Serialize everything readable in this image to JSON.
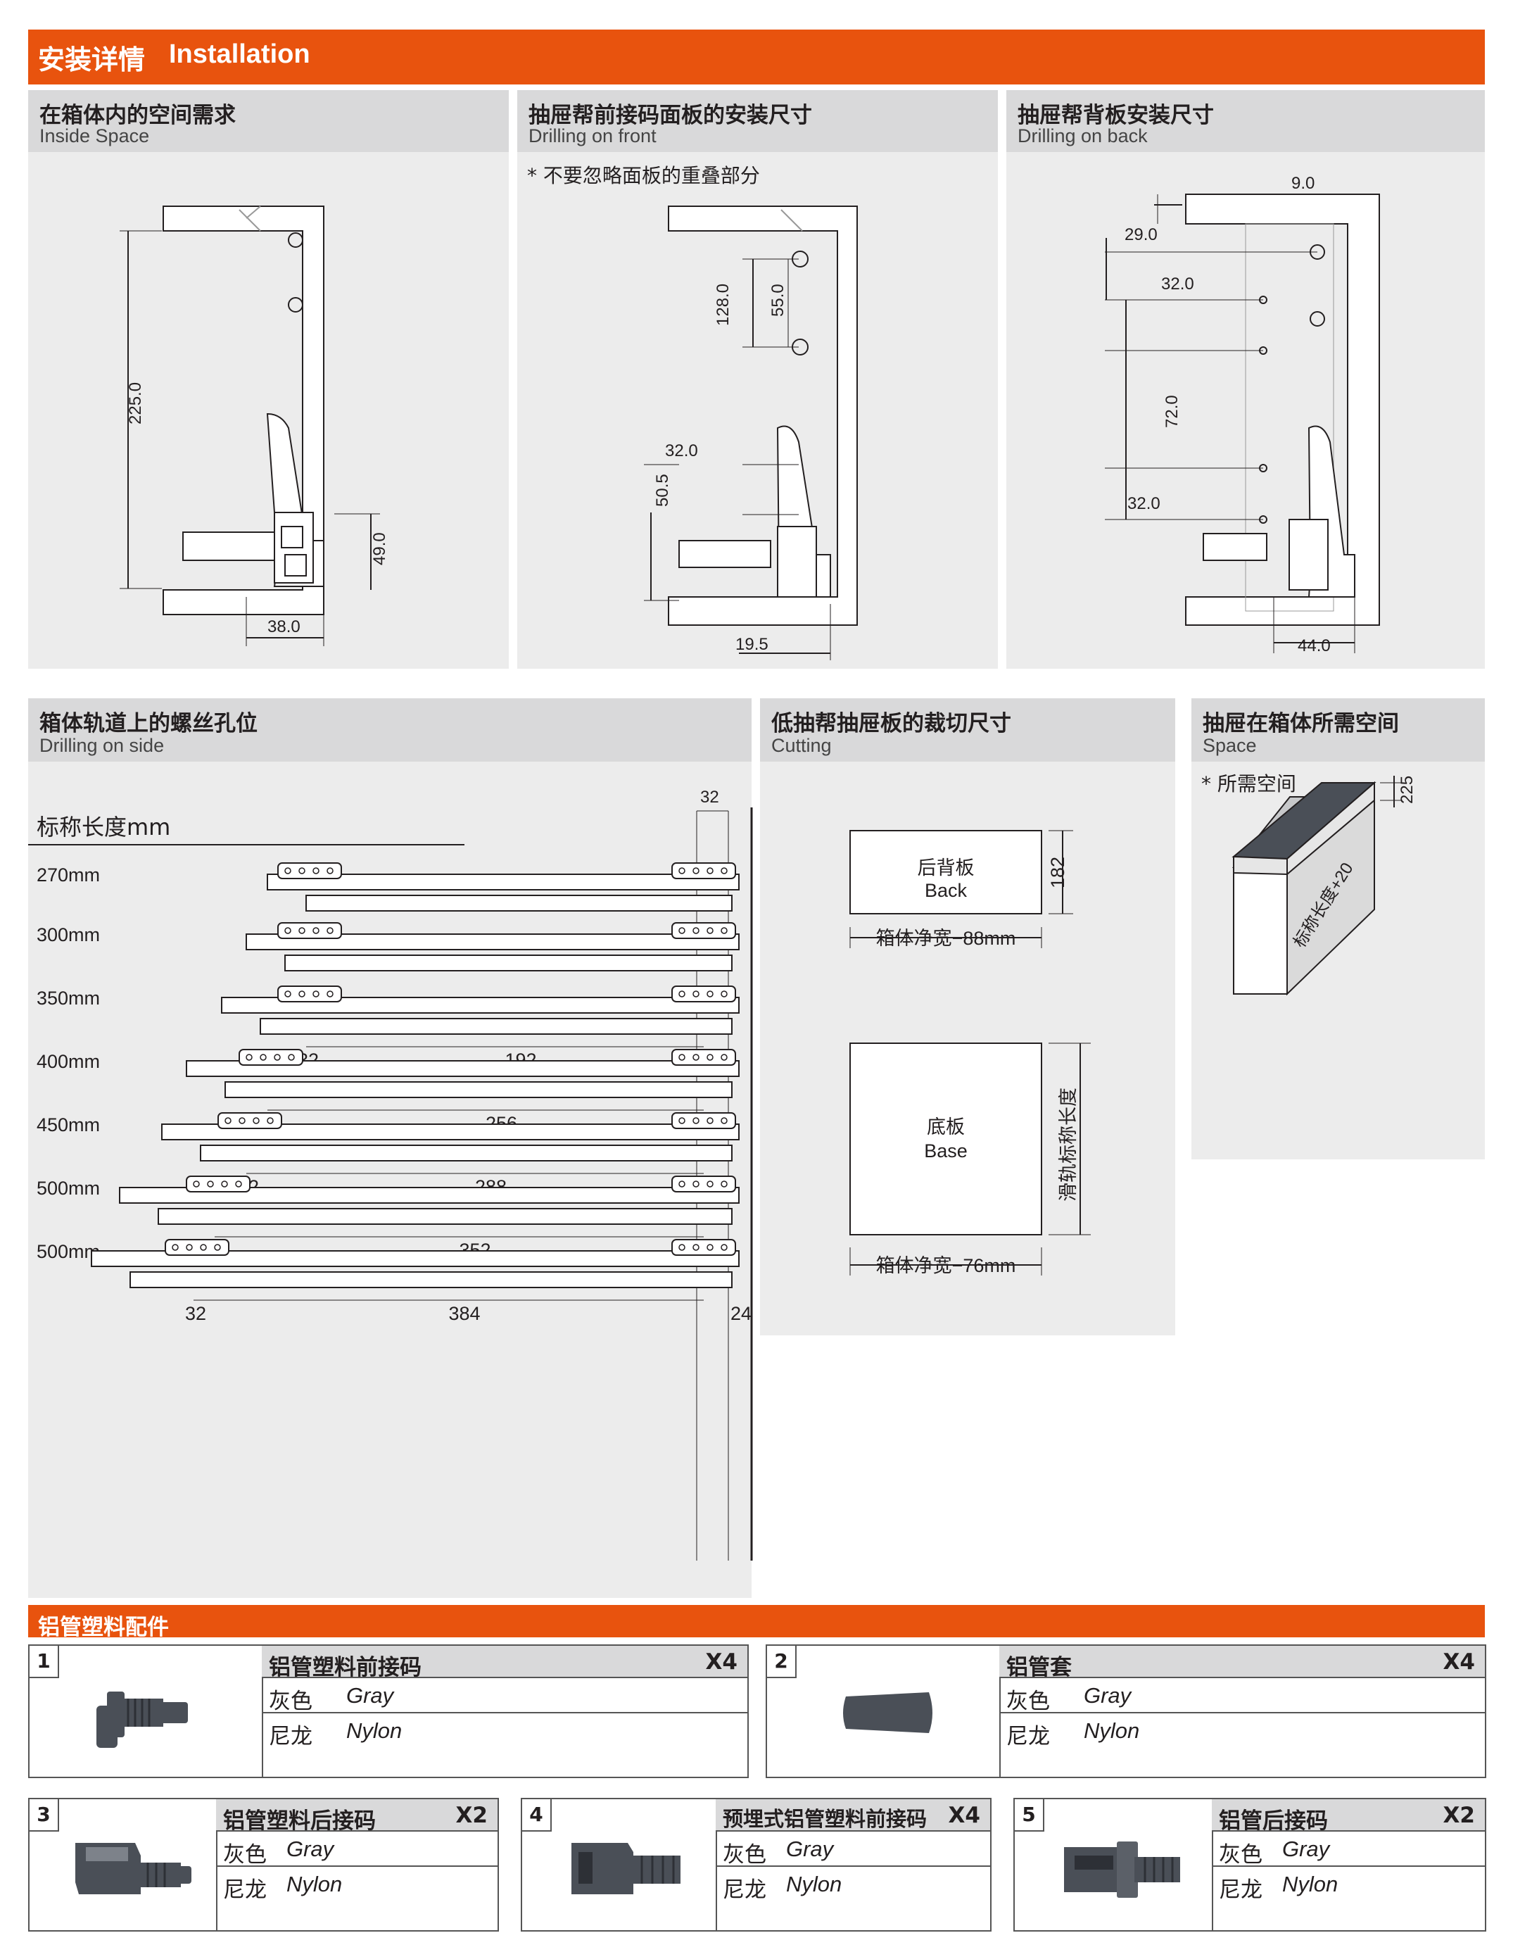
{
  "header": {
    "title_cn": "安装详情",
    "title_en": "Installation"
  },
  "panels": {
    "inside_space": {
      "title_cn": "在箱体内的空间需求",
      "title_en": "Inside Space",
      "dims": {
        "height": "225.0",
        "rail": "49.0",
        "depth": "38.0"
      }
    },
    "drilling_front": {
      "title_cn": "抽屉帮前接码面板的安装尺寸",
      "title_en": "Drilling on front",
      "note": "* 不要忽略面板的重叠部分",
      "dims": {
        "a": "128.0",
        "b": "55.0",
        "c": "32.0",
        "d": "50.5",
        "e": "19.5"
      }
    },
    "drilling_back": {
      "title_cn": "抽屉帮背板安装尺寸",
      "title_en": "Drilling on back",
      "dims": {
        "a": "9.0",
        "b": "29.0",
        "c": "32.0",
        "d": "72.0",
        "e": "32.0",
        "f": "44.0"
      }
    },
    "drilling_side": {
      "title_cn": "箱体轨道上的螺丝孔位",
      "title_en": "Drilling on side",
      "axis_label": "标称长度mm",
      "top_dim": "32",
      "rows": [
        {
          "length": "270mm",
          "d1": "",
          "d2": ""
        },
        {
          "length": "300mm",
          "d1": "",
          "d2": ""
        },
        {
          "length": "350mm",
          "d1": "32",
          "d2": "192"
        },
        {
          "length": "400mm",
          "d1": "32",
          "d2": "256"
        },
        {
          "length": "450mm",
          "d1": "32",
          "d2": "288"
        },
        {
          "length": "500mm",
          "d1": "32",
          "d2": "352"
        },
        {
          "length": "500mm",
          "d1": "32",
          "d2": "384",
          "d3": "24"
        }
      ]
    },
    "cutting": {
      "title_cn": "低抽帮抽屉板的裁切尺寸",
      "title_en": "Cutting",
      "back": {
        "cn": "后背板",
        "en": "Back",
        "height": "182",
        "width": "箱体净宽−88mm"
      },
      "base": {
        "cn": "底板",
        "en": "Base",
        "depth": "滑轨标称长度",
        "width": "箱体净宽−76mm"
      }
    },
    "space": {
      "title_cn": "抽屉在箱体所需空间",
      "title_en": "Space",
      "note": "* 所需空间",
      "height": "225",
      "depth": "标称长度+20"
    }
  },
  "accessories": {
    "section_title": "铝管塑料配件",
    "items": [
      {
        "num": "1",
        "name": "铝管塑料前接码",
        "qty": "X4",
        "color_k": "灰色",
        "color_v": "Gray",
        "mat_k": "尼龙",
        "mat_v": "Nylon"
      },
      {
        "num": "2",
        "name": "铝管套",
        "qty": "X4",
        "color_k": "灰色",
        "color_v": "Gray",
        "mat_k": "尼龙",
        "mat_v": "Nylon"
      },
      {
        "num": "3",
        "name": "铝管塑料后接码",
        "qty": "X2",
        "color_k": "灰色",
        "color_v": "Gray",
        "mat_k": "尼龙",
        "mat_v": "Nylon"
      },
      {
        "num": "4",
        "name": "预埋式铝管塑料前接码",
        "qty": "X4",
        "color_k": "灰色",
        "color_v": "Gray",
        "mat_k": "尼龙",
        "mat_v": "Nylon"
      },
      {
        "num": "5",
        "name": "铝管后接码",
        "qty": "X2",
        "color_k": "灰色",
        "color_v": "Gray",
        "mat_k": "尼龙",
        "mat_v": "Nylon"
      }
    ]
  },
  "colors": {
    "accent": "#e8530e",
    "panel": "#ececec",
    "panel_header": "#d9d9da",
    "part": "#4a4f57"
  }
}
